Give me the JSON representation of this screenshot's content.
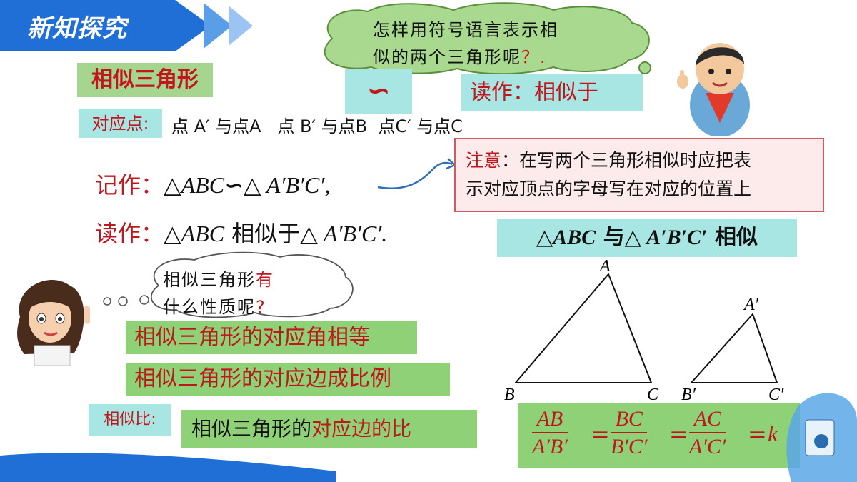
{
  "banner": {
    "title": "新知探究"
  },
  "title_box": {
    "text": "相似三角形"
  },
  "bubble_top": {
    "line1": "怎样用符号语言表示相",
    "line2_a": "似的两个三角形呢",
    "line2_b": "？."
  },
  "symbol_box": {
    "symbol": "∽"
  },
  "read_box": {
    "text": "读作：相似于"
  },
  "correspondence": {
    "label": "对应点:",
    "text": "点 A′ 与点A   点 B′ 与点B  点C′ 与点C"
  },
  "notation": {
    "label": "记作：",
    "left": "△ABC",
    "sym": "∽",
    "right": "△ A′B′C′,"
  },
  "reading": {
    "label": "读作：",
    "left": "△ABC",
    "mid": " 相似于",
    "right": "△ A′B′C′."
  },
  "note": {
    "label": "注意",
    "line1": "：在写两个三角形相似时应把表",
    "line2": "示对应顶点的字母写在对应的位置上"
  },
  "similar_box": {
    "left": "△ABC",
    "mid": " 与",
    "right": "△ A′B′C′",
    "end": " 相似"
  },
  "bubble_left": {
    "line1_a": "相似三角形",
    "line1_b": "有",
    "line2_a": "什么性质呢",
    "line2_b": "?"
  },
  "properties": {
    "angle": "相似三角形的对应角相等",
    "side": "相似三角形的对应边成比例"
  },
  "ratio": {
    "label": "相似比:",
    "text_a": "相似三角形的",
    "text_b": "对应边的比"
  },
  "triangles": {
    "big": {
      "a": "A",
      "b": "B",
      "c": "C"
    },
    "small": {
      "a": "A′",
      "b": "B′",
      "c": "C′"
    }
  },
  "fraction": {
    "f1": {
      "num": "AB",
      "den": "A′B′"
    },
    "f2": {
      "num": "BC",
      "den": "B′C′"
    },
    "f3": {
      "num": "AC",
      "den": "A′C′"
    },
    "eq": "=",
    "k": "k"
  },
  "colors": {
    "banner": "#1f6fd6",
    "accent_red": "#c0161d",
    "green": "#8fd176",
    "teal": "#a8e6e4"
  }
}
